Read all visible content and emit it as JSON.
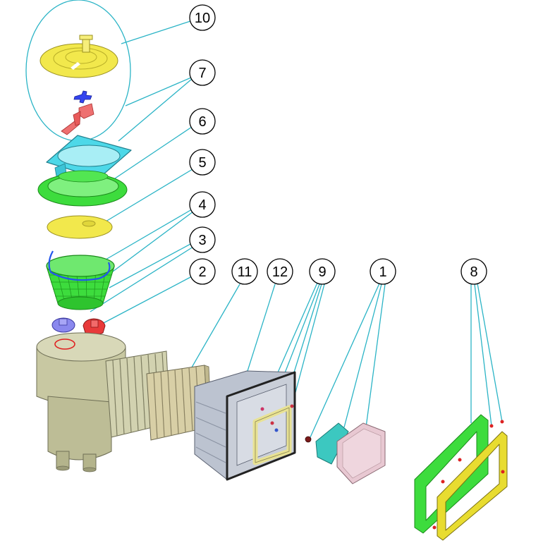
{
  "callouts": [
    {
      "label": "10"
    },
    {
      "label": "7"
    },
    {
      "label": "6"
    },
    {
      "label": "5"
    },
    {
      "label": "4"
    },
    {
      "label": "3"
    },
    {
      "label": "2"
    },
    {
      "label": "11"
    },
    {
      "label": "12"
    },
    {
      "label": "9"
    },
    {
      "label": "1"
    },
    {
      "label": "8"
    }
  ],
  "colors": {
    "leader": "#2bb4c6",
    "yellow_parts": "#f2e84c",
    "green_parts": "#3ddc3d",
    "cyan_frame": "#4dd8e8",
    "skimmer_body": "#c8c8a2",
    "throat": "#bcc3d0",
    "red_parts": "#e84040",
    "blue_parts": "#3344ee",
    "pink_flap": "#e8c8d2",
    "teal_flap": "#3cc8c0"
  }
}
